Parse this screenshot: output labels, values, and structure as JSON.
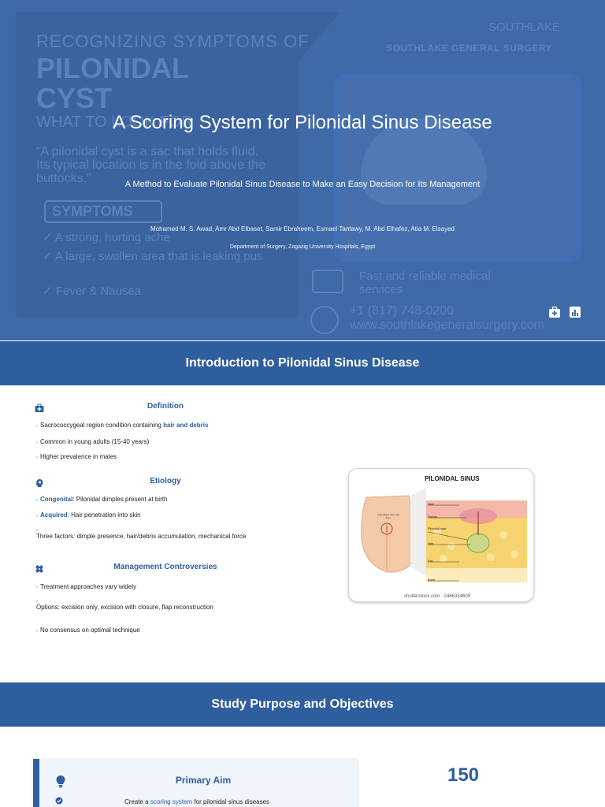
{
  "hero": {
    "title": "A Scoring System for Pilonidal Sinus Disease",
    "subtitle": "A Method to Evaluate Pilonidal Sinus Disease to Make an Easy Decision for Its Management",
    "authors": "Mohamed M. S. Awad, Amr Abd Elbaset, Samir Ebraheem, Esmael Tantawy, M. Abd Elhafez, Atia M. Elsayed",
    "department": "Department of Surgery, Zagazig University Hospitals, Egypt",
    "background": {
      "recognizing": "RECOGNIZING SYMPTOMS OF",
      "pilonidal": "PILONIDAL",
      "cyst": "CYST",
      "what_to": "WHAT TO LOOK FOR",
      "quote": "“A pilonidal cyst is a sac that holds fluid. Its typical location is in the fold above the buttocks.”",
      "symptoms": "SYMPTOMS",
      "symptom_1": "A strong, hurting ache",
      "symptom_2": "A large, swollen area that is leaking pus",
      "symptom_3": "Fever & Nausea",
      "brand_logo": "SOUTHLAKE",
      "brand": "SOUTHLAKE GENERAL SURGERY",
      "tagline": "Fast and reliable medical services",
      "phone": "+1 (817) 748-0200",
      "website": "www.southlakegeneralsurgery.com"
    },
    "icons": [
      "medical-kit-icon",
      "bar-chart-icon"
    ]
  },
  "intro": {
    "bar_title": "Introduction to Pilonidal Sinus Disease",
    "definition": {
      "title": "Definition",
      "b1_pre": "Sacrococcygeal region condition containing ",
      "b1_hl": "hair and debris",
      "b2": "Common in young adults (15-40 years)",
      "b3": "Higher prevalence in males"
    },
    "etiology": {
      "title": "Etiology",
      "b1_hl": "Congenital",
      "b1_post": ": Pilonidal dimples present at birth",
      "b2_hl": "Acquired",
      "b2_post": ": Hair penetration into skin",
      "b3": "Three factors: dimple presence, hair/debris accumulation, mechanical force"
    },
    "management": {
      "title": "Management Controversies",
      "b1": "Treatment approaches vary widely",
      "b2": "Options: excision only, excision with closure, flap reconstruction",
      "b3": "No consensus on optimal technique"
    },
    "illustration": {
      "title": "PILONIDAL SINUS",
      "labels": [
        "Skin",
        "Fistula",
        "Pilonidal cyst",
        "Hair",
        "Fat",
        "Bone"
      ],
      "callout": "Area where cyst may form",
      "credit": "shutterstock.com · 2466334609"
    }
  },
  "study": {
    "bar_title": "Study Purpose and Objectives",
    "card_title": "Primary Aim",
    "card_text_pre": "Create a ",
    "card_text_hl": "scoring system",
    "card_text_post": " for pilonidal sinus diseases",
    "stat_value": "150"
  },
  "colors": {
    "hero_bg": "#3f6aa8",
    "bar_bg": "#2f5e9e",
    "accent": "#2f5e9e"
  }
}
